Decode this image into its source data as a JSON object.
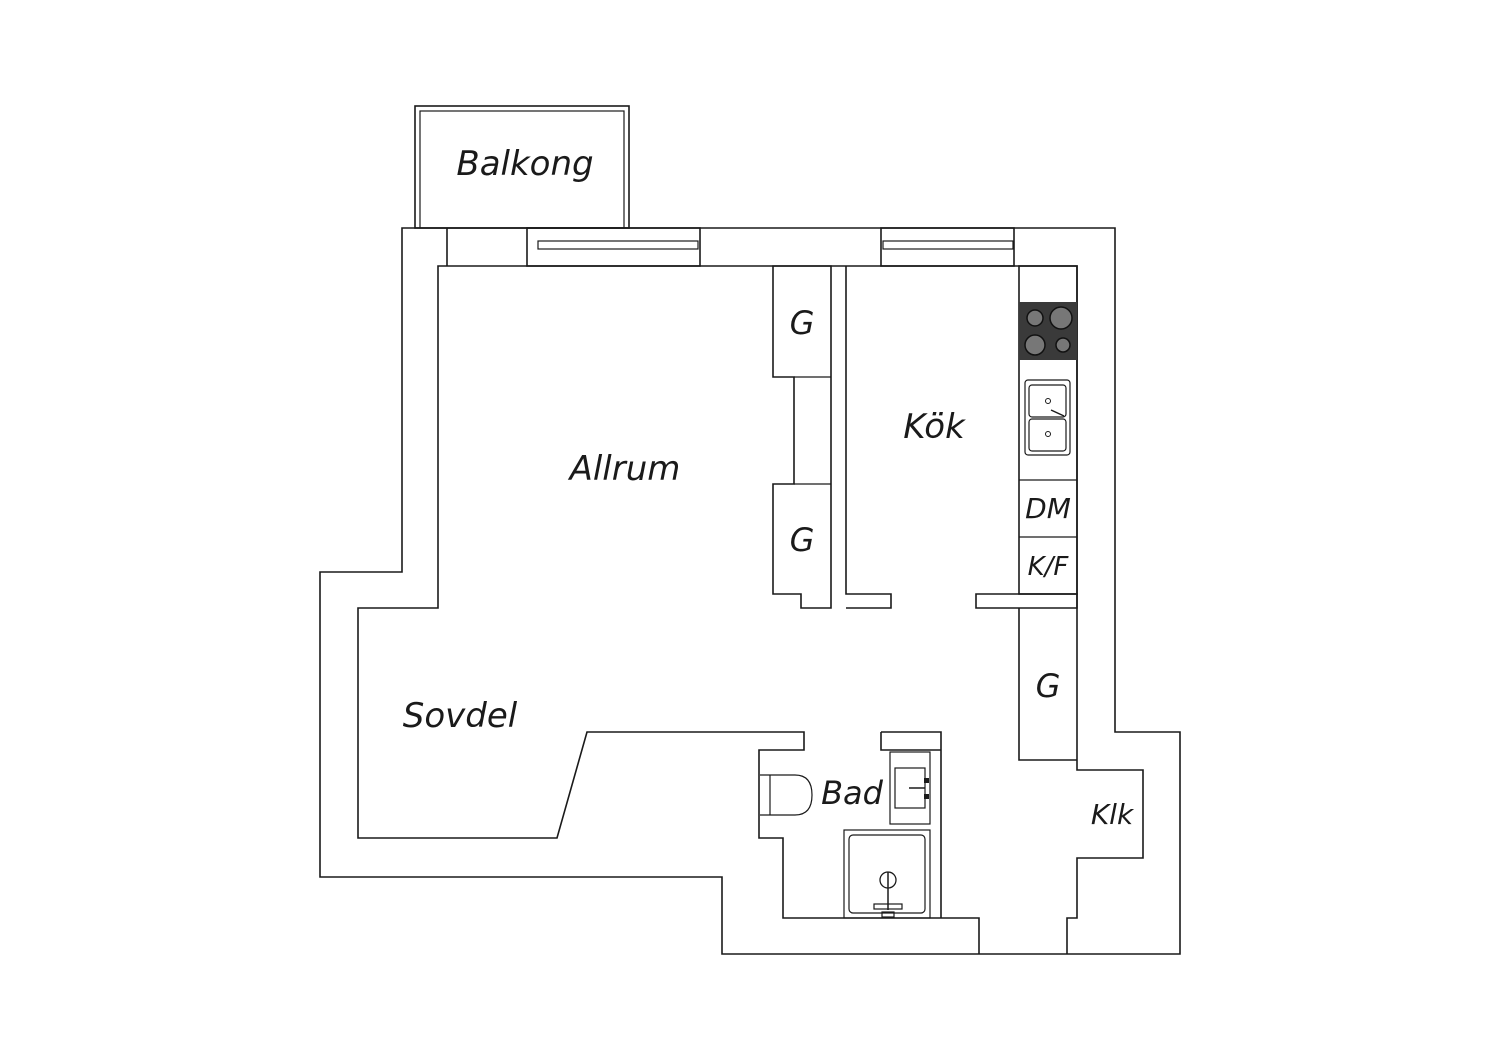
{
  "plan": {
    "rooms": {
      "balkong": "Balkong",
      "allrum": "Allrum",
      "kok": "Kök",
      "sovdel": "Sovdel",
      "bad": "Bad",
      "klk": "Klk"
    },
    "fixtures": {
      "g_top": "G",
      "g_mid": "G",
      "g_right": "G",
      "dm": "DM",
      "kf": "K/F"
    },
    "colors": {
      "line": "#1a1a1a",
      "stove": "#3a3a3a",
      "background": "#ffffff"
    }
  }
}
